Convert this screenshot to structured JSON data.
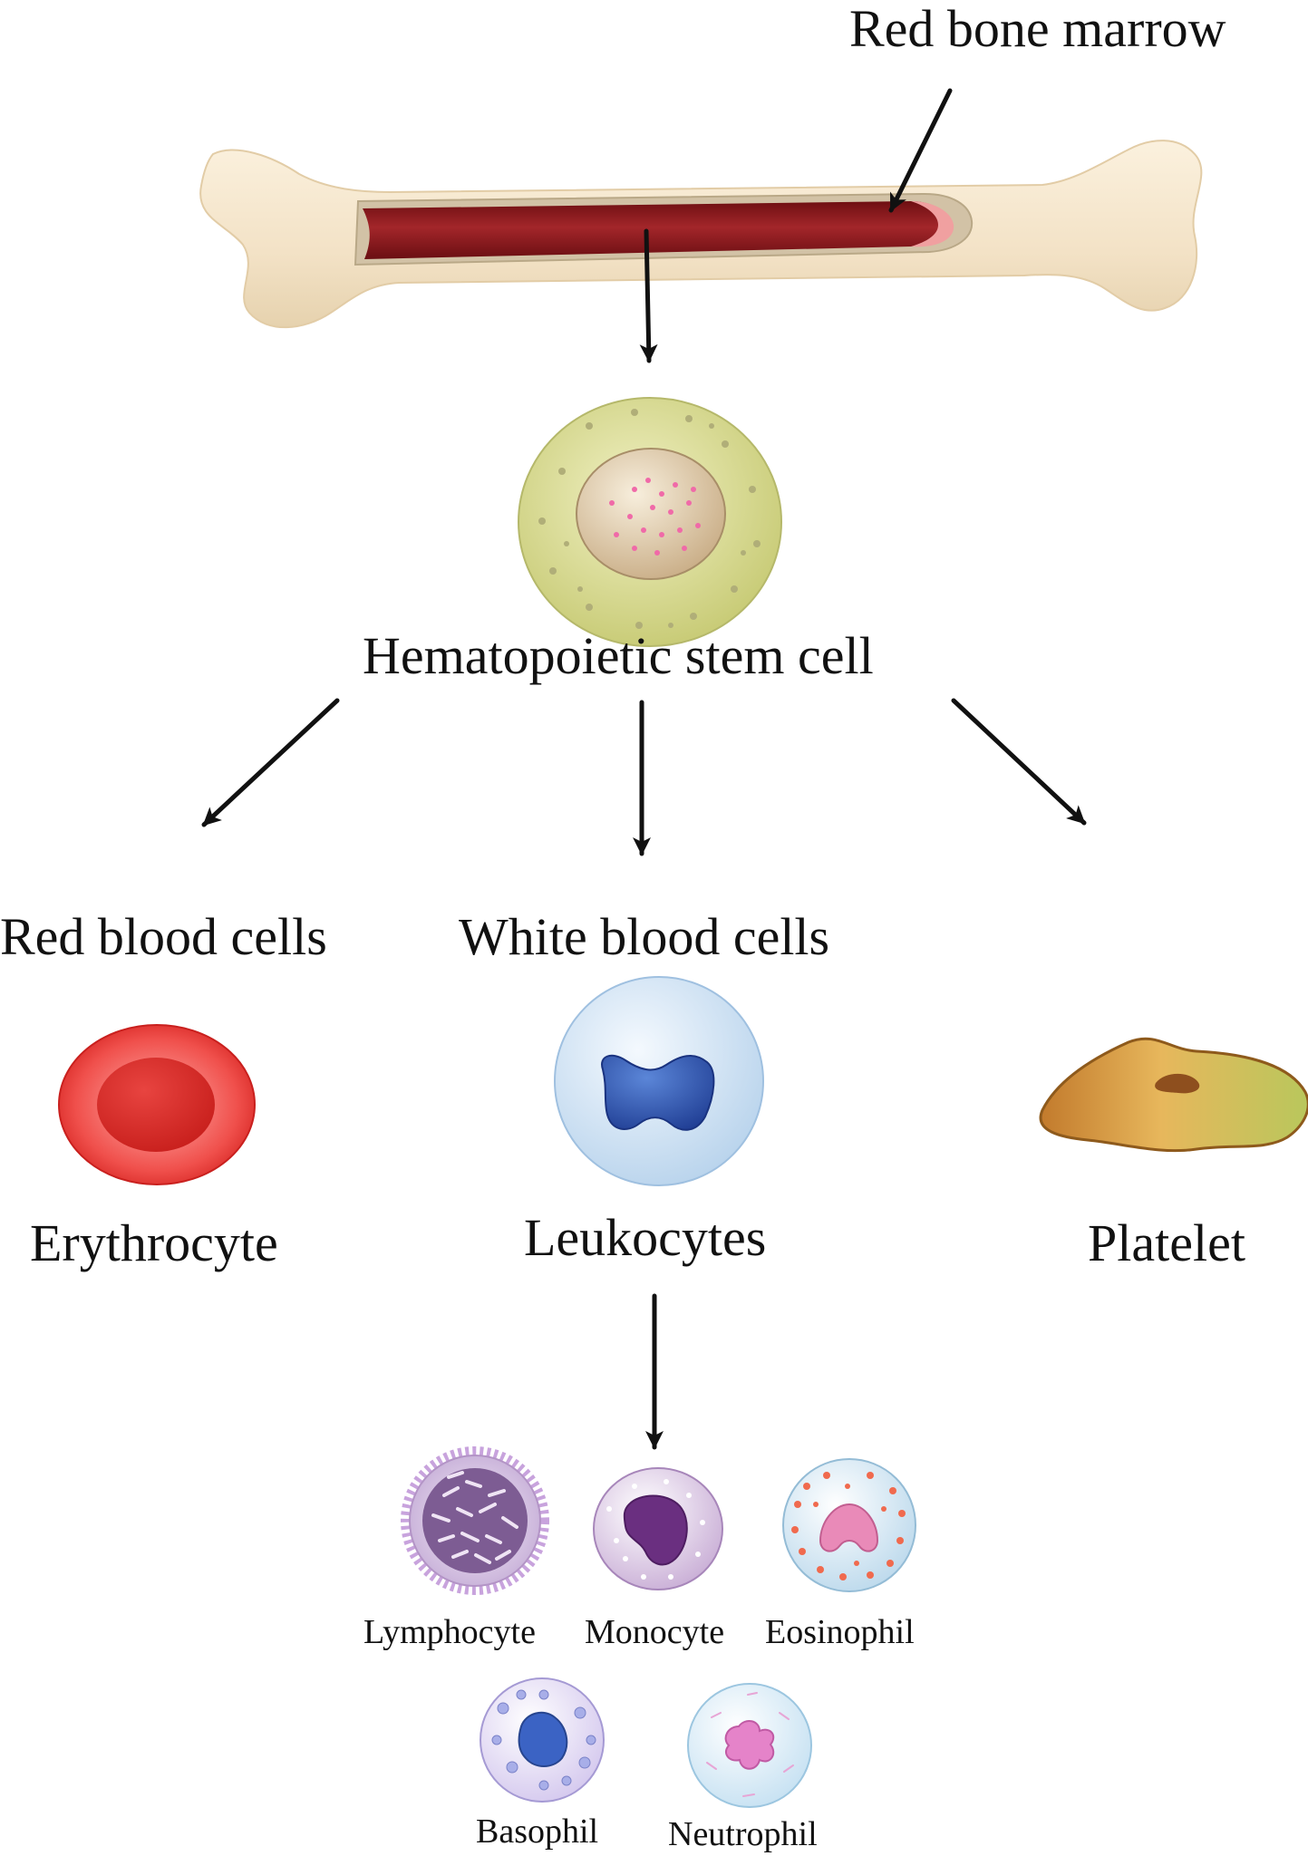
{
  "labels": {
    "red_bone_marrow": "Red bone marrow",
    "stem_cell": "Hematopoietic stem cell",
    "red_blood_cells": "Red blood cells",
    "white_blood_cells": "White blood cells",
    "erythrocyte": "Erythrocyte",
    "leukocytes": "Leukocytes",
    "platelet": "Platelet",
    "lymphocyte": "Lymphocyte",
    "monocyte": "Monocyte",
    "eosinophil": "Eosinophil",
    "basophil": "Basophil",
    "neutrophil": "Neutrophil"
  },
  "colors": {
    "bone": "#f4e6cd",
    "marrow": "#8e1a1e",
    "stem_cytoplasm": "#d6d88c",
    "erythrocyte": "#e0302f",
    "leukocyte": "#cfe3f4",
    "leukocyte_nucleus": "#2e4fa8",
    "platelet": "#c98a3a",
    "arrow": "#111111"
  }
}
